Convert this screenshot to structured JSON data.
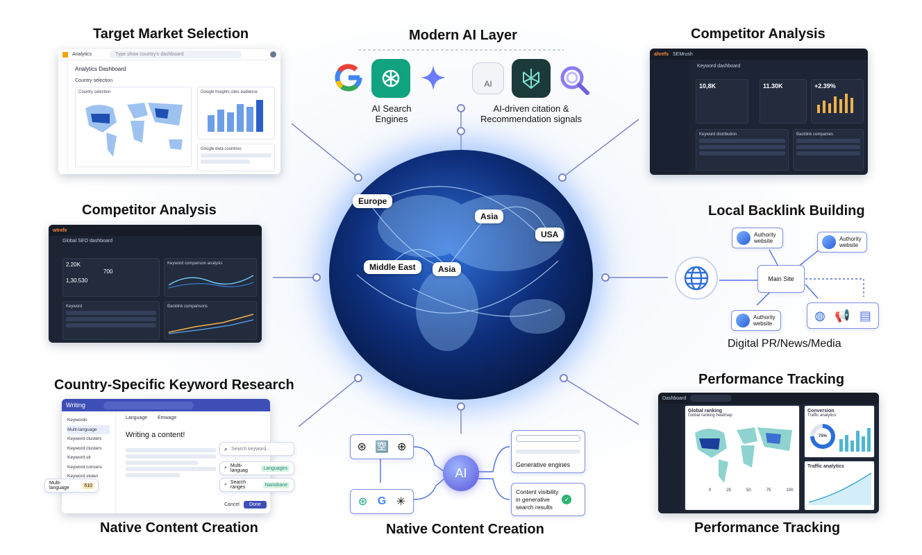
{
  "headings": {
    "target_market": "Target Market Selection",
    "ai_layer": "Modern AI Layer",
    "competitor_tr": "Competitor Analysis",
    "competitor_ml": "Competitor Analysis",
    "backlink": "Local Backlink Building",
    "keyword": "Country-Specific Keyword Research",
    "perf_mr": "Performance Tracking",
    "native_bl": "Native Content Creation",
    "native_bc": "Native Content Creation",
    "perf_br": "Performance Tracking"
  },
  "ai_layer": {
    "search_caption": "AI Search\nEngines",
    "citation_caption": "AI-driven citation &\nRecommendation signals"
  },
  "globe_labels": [
    "Europe",
    "Asia",
    "USA",
    "Middle East",
    "Asia"
  ],
  "analytics": {
    "app": "Analytics",
    "search_placeholder": "Type show country’s dashboard",
    "dashboard": "Analytics Dashboard",
    "section": "Country selection",
    "map_title": "Country selection",
    "chart_title": "Google Insights cites audience",
    "bottom_title": "Google data countries"
  },
  "ahrefs": {
    "brand": "ahrefs",
    "tab": "SEMrush",
    "dashboard": "Keyword dashboard",
    "metric1_value": "10,8K",
    "metric2_value": "11.30K",
    "metric3_value": "+2.39%",
    "table1": "Keyword distribution",
    "table2": "Backlink companies"
  },
  "wtrefe": {
    "brand": "wtrefe",
    "dashboard": "Global SEO dashboard",
    "v1": "2.20K",
    "v2": "700",
    "v3": "1,30.530",
    "chart_title": "Keyword comparison analysis",
    "table_title": "Keyword",
    "chart2_title": "Backlink comparisons"
  },
  "writing": {
    "app": "Writing",
    "nav": [
      "Keywords",
      "Multi-language",
      "Keyword clusters",
      "Keyword clusters",
      "Keyword sti",
      "Keyword concers",
      "Keyword stolen"
    ],
    "lang_tab": "Language",
    "lang_tab2": "Emwage",
    "heading": "Writing a content!",
    "search_kw": "Search keyword...",
    "pill1": "Multi-languag",
    "pill1_tag": "Languages",
    "pill2": "Search ranges",
    "pill2_tag": "Nanobane",
    "left_pill": "Multi-language",
    "left_tag": "510",
    "cancel": "Cancel",
    "done": "Done"
  },
  "backlink": {
    "auth1": "Authority\nwebsite",
    "auth2": "Authority\nwebsite",
    "auth3": "Authority\nwebsite",
    "main": "Main Site",
    "pr": "Digital PR/News/Media"
  },
  "perf": {
    "app": "Dashboard",
    "map_title": "Global ranking",
    "map_sub": "Global ranking heatmap",
    "conv": "Conversion",
    "conv_sub": "Traffic analytics",
    "pct": "75%",
    "traffic": "Traffic analytics",
    "axis": [
      "0",
      "25",
      "50",
      "75",
      "100"
    ]
  },
  "native_center": {
    "ai": "AI",
    "gen": "Generative engines",
    "vis": "Content visibility\nin generative\nsearch results"
  },
  "colors": {
    "accent": "#4f6ee0",
    "node": "#7a86c8",
    "globe": "#0b2a6b"
  }
}
